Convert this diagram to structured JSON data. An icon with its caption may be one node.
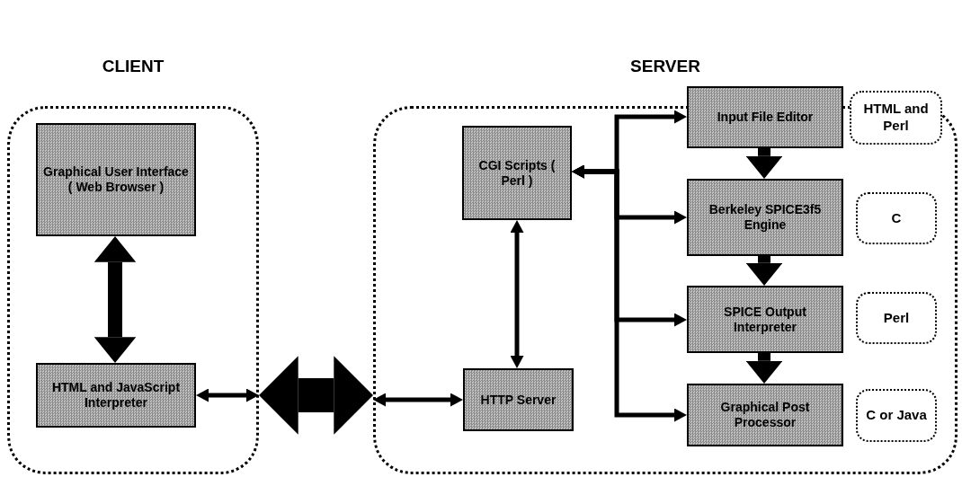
{
  "diagram": {
    "nodes": [
      {
        "text": [
          "CLIENT"
        ]
      },
      {
        "text": [
          "Graphical User Interface ( Web Browser )"
        ],
        "in": 0
      },
      {
        "text": [
          "HTML and JavaScript Interpreter"
        ],
        "in": 0
      },
      {
        "text": [
          "SERVER"
        ]
      },
      {
        "text": [
          "CGI Scripts ( Perl )"
        ],
        "in": 3
      },
      {
        "text": [
          "HTTP Server"
        ],
        "in": 3
      },
      {
        "text": [
          "Input File Editor"
        ],
        "in": 3
      },
      {
        "text": [
          "Berkeley SPICE3f5 Engine"
        ],
        "in": 3
      },
      {
        "text": [
          "SPICE Output Interpreter"
        ],
        "in": 3
      },
      {
        "text": [
          "Graphical Post Processor"
        ],
        "in": 3
      },
      {
        "text": [
          "HTML and Perl"
        ],
        "in": 3
      },
      {
        "text": [
          "C"
        ],
        "in": 3
      },
      {
        "text": [
          "Perl"
        ],
        "in": 3
      },
      {
        "text": [
          "C or Java"
        ],
        "in": 3
      }
    ],
    "edges": [
      {
        "from": 1,
        "to": 2,
        "arrow": "both",
        "style": "thick"
      },
      {
        "from": 2,
        "to": 0,
        "arrow": "both"
      },
      {
        "from": 0,
        "to": 3,
        "arrow": "both",
        "style": "thick"
      },
      {
        "from": 3,
        "to": 5,
        "arrow": "both"
      },
      {
        "from": 4,
        "to": 5,
        "arrow": "both"
      },
      {
        "from": 4,
        "to": 6,
        "arrow": "both"
      },
      {
        "from": 4,
        "to": 7,
        "arrow": "both"
      },
      {
        "from": 4,
        "to": 8,
        "arrow": "both"
      },
      {
        "from": 4,
        "to": 9,
        "arrow": "both"
      },
      {
        "from": 6,
        "to": 7,
        "arrow": "to",
        "style": "thick"
      },
      {
        "from": 7,
        "to": 8,
        "arrow": "to",
        "style": "thick"
      },
      {
        "from": 8,
        "to": 9,
        "arrow": "to",
        "style": "thick"
      }
    ]
  }
}
